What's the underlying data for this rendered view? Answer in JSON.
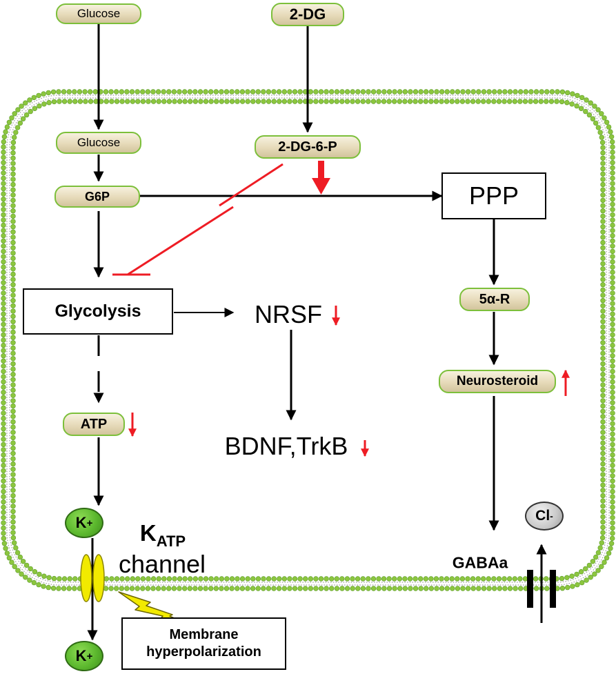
{
  "nodes": {
    "glucose_out": "Glucose",
    "two_dg": "2-DG",
    "glucose_in": "Glucose",
    "two_dg_6p": "2-DG-6-P",
    "g6p": "G6P",
    "ppp": "PPP",
    "glycolysis": "Glycolysis",
    "nrsf": "NRSF",
    "five_alpha_r": "5α-R",
    "neurosteroid": "Neurosteroid",
    "atp": "ATP",
    "bdnf_trkb": "BDNF,TrkB",
    "k_in": "K",
    "k_out": "K",
    "k_charge": "+",
    "katp_k": "K",
    "katp_sub": "ATP",
    "katp_channel": "channel",
    "gabaa": "GABAa",
    "cl": "Cl",
    "cl_charge": "-",
    "membrane_line1": "Membrane",
    "membrane_line2": "hyperpolarization"
  },
  "colors": {
    "membrane_head": "#8cc63f",
    "pill_border": "#7cbf3a",
    "inhibition": "#ee1c24",
    "arrow": "#000000",
    "channel": "#f2ea00",
    "bolt": "#f2ea00"
  }
}
